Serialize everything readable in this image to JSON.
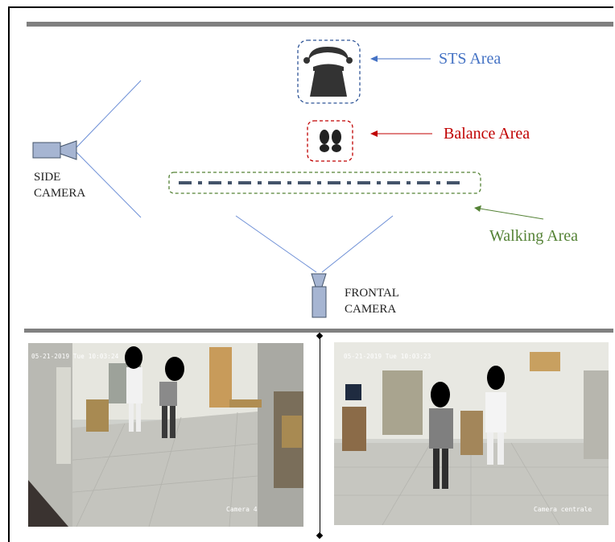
{
  "diagram": {
    "areas": {
      "sts": {
        "label": "STS Area",
        "color": "#4472c4"
      },
      "balance": {
        "label": "Balance Area",
        "color": "#c00000"
      },
      "walking": {
        "label": "Walking Area",
        "color": "#548235"
      }
    },
    "cameras": {
      "side": {
        "line1": "SIDE",
        "line2": "CAMERA"
      },
      "frontal": {
        "line1": "FRONTAL",
        "line2": "CAMERA"
      }
    }
  },
  "photos": {
    "side_view": {
      "timestamp": "05-21-2019 Tue 10:03:24",
      "camera_name": "Camera 4"
    },
    "frontal_view": {
      "timestamp": "05-21-2019 Tue 10:03:23",
      "camera_name": "Camera centrale"
    }
  }
}
